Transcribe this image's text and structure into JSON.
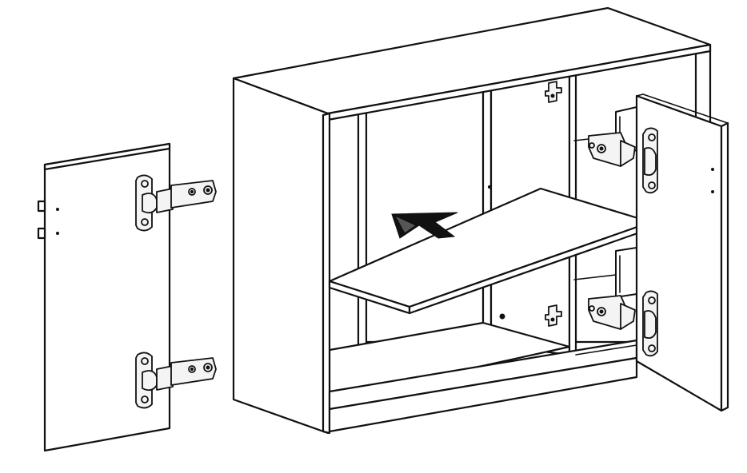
{
  "figure": {
    "kind": "assembly-illustration",
    "colors": {
      "line": "#111111",
      "background": "#ffffff",
      "hardware": "#f4f4f4"
    }
  },
  "parts": {
    "cabinet": {
      "icon": "cabinet-body"
    },
    "left_door": {
      "icon": "door-panel"
    },
    "right_door": {
      "icon": "door-panel"
    },
    "shelf": {
      "icon": "shelf-board"
    },
    "hinges": {
      "count": 4,
      "icon": "cup-hinge"
    },
    "insert_arrow": {
      "icon": "arrow-insert"
    },
    "clips": {
      "count": 2,
      "icon": "shelf-clip"
    }
  }
}
